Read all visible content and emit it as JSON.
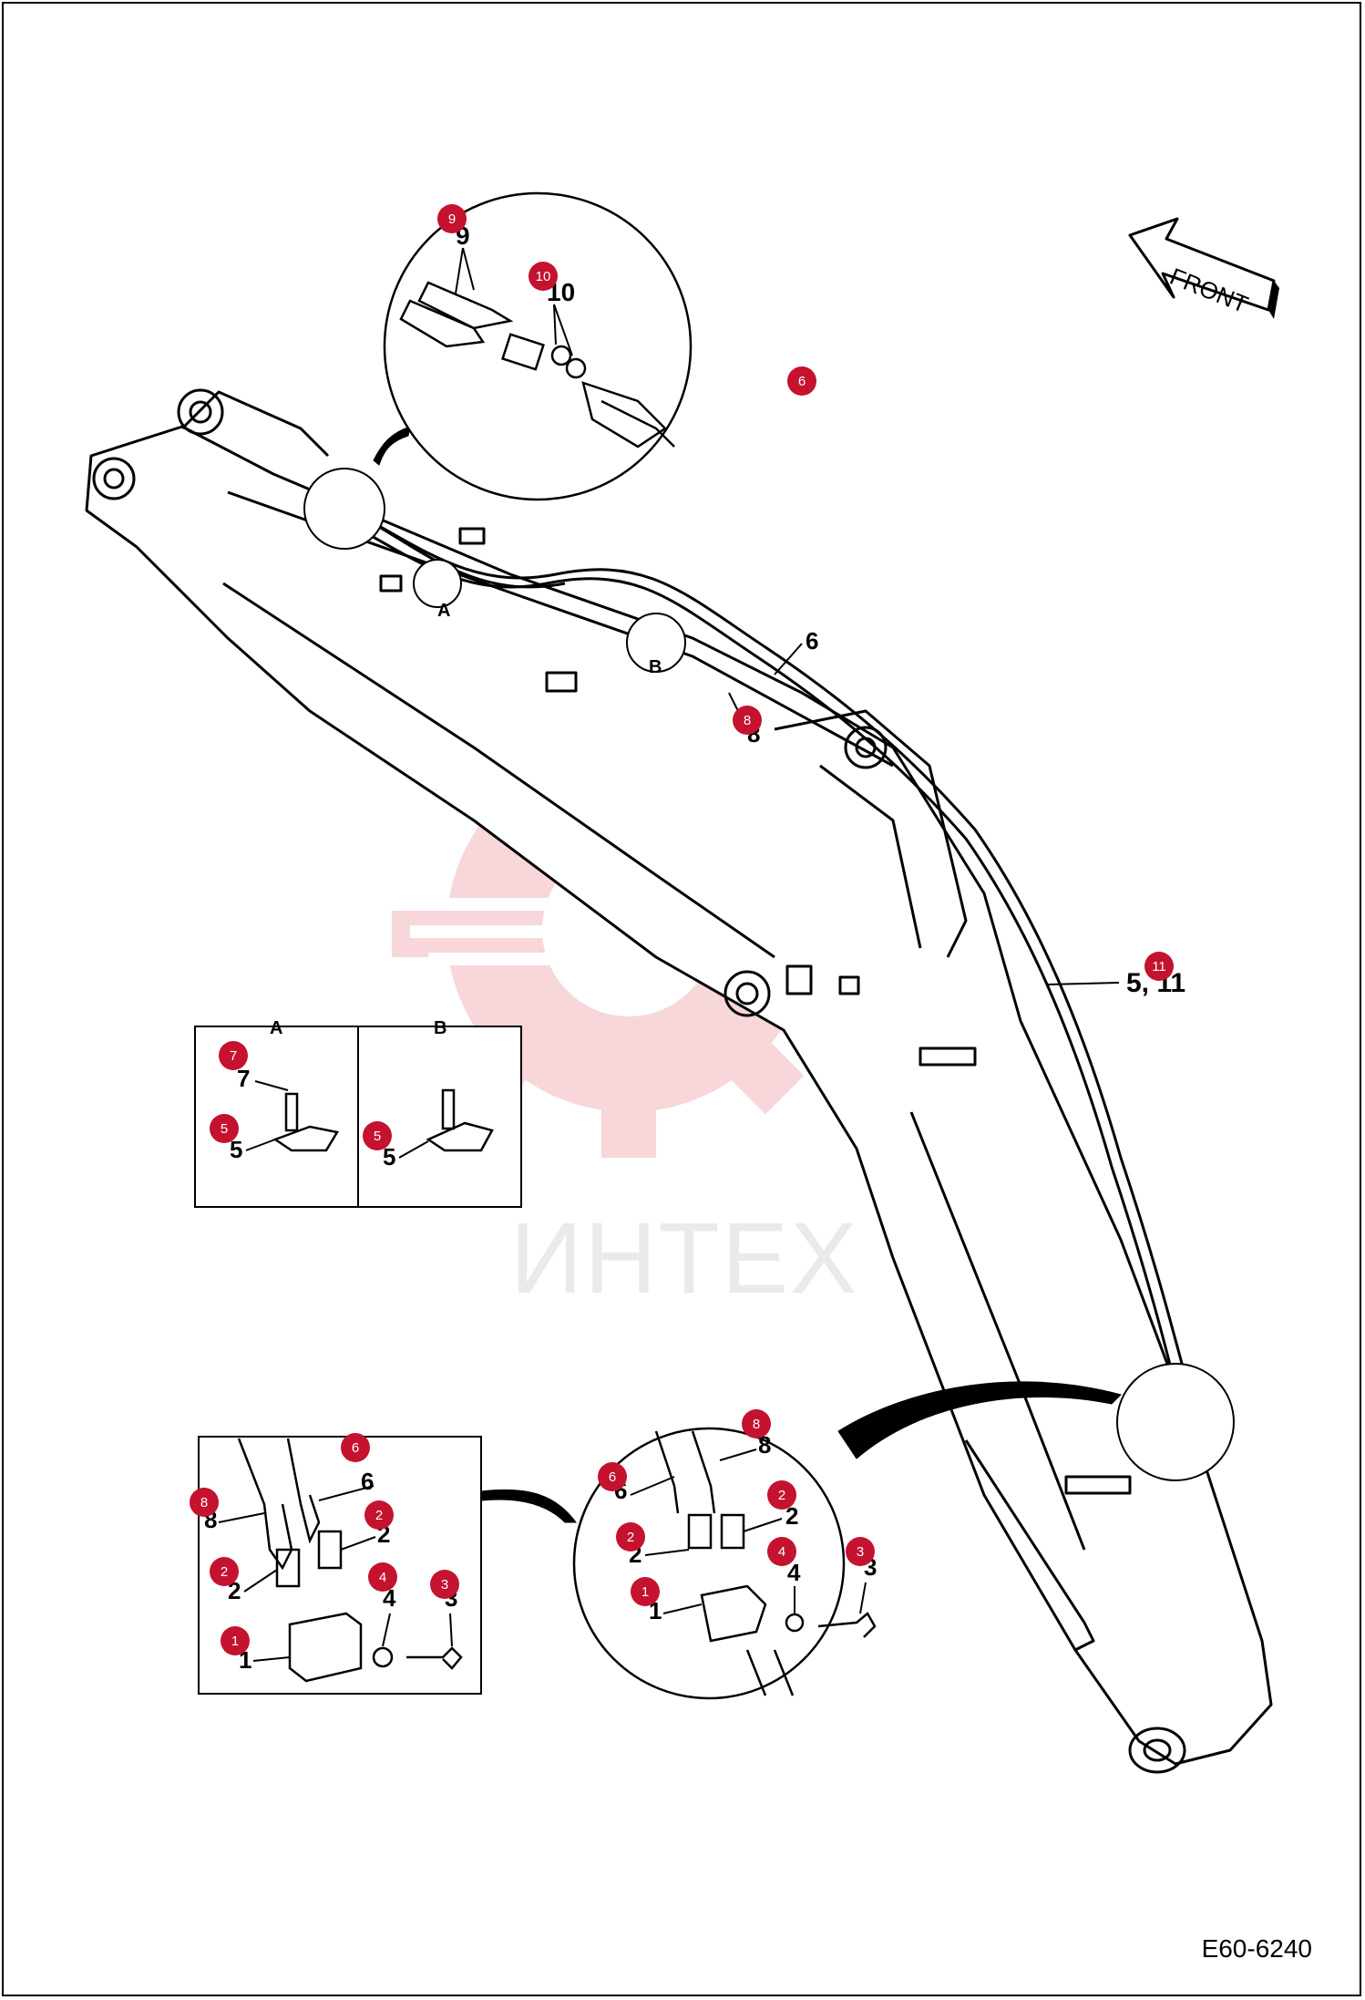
{
  "doc_code": "E60-6240",
  "front_label": "FRONT",
  "watermark": "ИНТЕХ",
  "detail_labels": {
    "a": "A",
    "b": "B"
  },
  "callouts": {
    "c1": "1",
    "c2": "2",
    "c3": "3",
    "c4": "4",
    "c5": "5",
    "c6": "6",
    "c7": "7",
    "c8": "8",
    "c9": "9",
    "c10": "10",
    "c11": "11"
  },
  "part_labels": {
    "p9": "9",
    "p10": "10",
    "p6": "6",
    "p8": "8",
    "p5_11": "5, 11",
    "p7": "7",
    "p5": "5",
    "p1": "1",
    "p2": "2",
    "p3": "3",
    "p4": "4"
  },
  "colors": {
    "callout": "#c4122f",
    "watermark_red": "#f2b8bb",
    "watermark_grey": "#d9d9d9",
    "line": "#000000"
  }
}
